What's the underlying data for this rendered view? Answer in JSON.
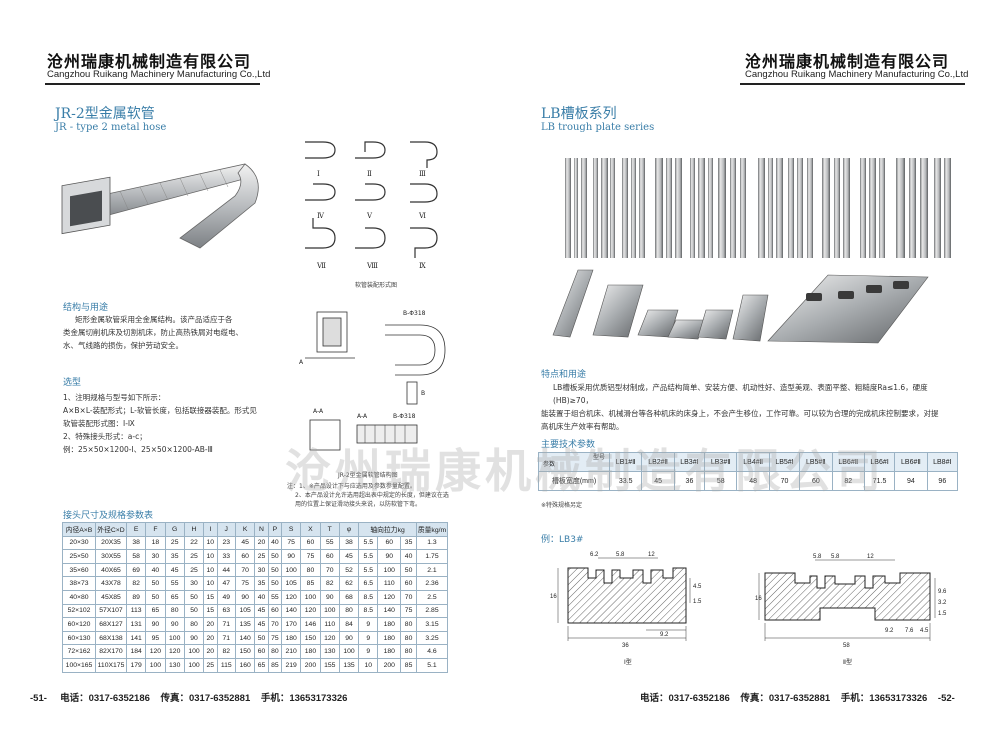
{
  "header": {
    "company_cn": "沧州瑞康机械制造有限公司",
    "company_en": "Cangzhou Ruikang Machinery Manufacturing Co.,Ltd"
  },
  "left": {
    "title_cn": "JR-2型金属软管",
    "title_en": "JR - type 2 metal hose",
    "hose_shapes": [
      "Ⅰ",
      "Ⅱ",
      "Ⅲ",
      "Ⅳ",
      "Ⅴ",
      "Ⅵ",
      "Ⅶ",
      "Ⅷ",
      "Ⅸ"
    ],
    "hose_caption": "软管装配形式图",
    "structure_title": "结构与用途",
    "structure_lines": [
      "矩形金属软管采用全金属结构。该产品适应于各",
      "类金属切削机床及切割机床，防止高热铁屑对电缆电、",
      "水、气线路的损伤，保护劳动安全。"
    ],
    "select_title": "选型",
    "select_lines": [
      "1、注明规格与型号如下所示：",
      "A×B×L-装配形式；L-软管长度，包括联接器装配。形式见",
      "软管装配形式图：Ⅰ-Ⅸ",
      "2、特殊接头形式：a-c；",
      "例：25×50×1200-Ⅰ、25×50×1200-AB-Ⅲ"
    ],
    "drawing_caption": "JR-2型金属软管结构图",
    "drawing_labels": [
      "B-Φ318",
      "A-A",
      "A",
      "B",
      "A-A",
      "B-Φ318"
    ],
    "notes": [
      "注：1、※产品设计下与应选用及参数参量配置。",
      "2、本产品设计允许选用超出表中规定的长度，但建议在选",
      "用的位置上保证滑动接头来说，以防软管下弯。"
    ],
    "table_title": "接头尺寸及规格参数表",
    "table_headers": [
      "内径A×B",
      "外径C×D",
      "E",
      "F",
      "G",
      "H",
      "I",
      "J",
      "K",
      "N",
      "P",
      "S",
      "X",
      "T",
      "φ",
      "轴向拉力kg",
      "质量kg/m"
    ],
    "table_rows": [
      [
        "20×30",
        "20X35",
        "38",
        "18",
        "25",
        "22",
        "10",
        "23",
        "45",
        "20",
        "40",
        "75",
        "60",
        "55",
        "38",
        "5.5",
        "60",
        "35",
        "1.3"
      ],
      [
        "25×50",
        "30X55",
        "58",
        "30",
        "35",
        "25",
        "10",
        "33",
        "60",
        "25",
        "50",
        "90",
        "75",
        "60",
        "45",
        "5.5",
        "90",
        "40",
        "1.75"
      ],
      [
        "35×60",
        "40X65",
        "69",
        "40",
        "45",
        "25",
        "10",
        "44",
        "70",
        "30",
        "50",
        "100",
        "80",
        "70",
        "52",
        "5.5",
        "100",
        "50",
        "2.1"
      ],
      [
        "38×73",
        "43X78",
        "82",
        "50",
        "55",
        "30",
        "10",
        "47",
        "75",
        "35",
        "50",
        "105",
        "85",
        "82",
        "62",
        "6.5",
        "110",
        "60",
        "2.36"
      ],
      [
        "40×80",
        "45X85",
        "89",
        "50",
        "65",
        "50",
        "15",
        "49",
        "90",
        "40",
        "55",
        "120",
        "100",
        "90",
        "68",
        "8.5",
        "120",
        "70",
        "2.5"
      ],
      [
        "52×102",
        "57X107",
        "113",
        "65",
        "80",
        "50",
        "15",
        "63",
        "105",
        "45",
        "60",
        "140",
        "120",
        "100",
        "80",
        "8.5",
        "140",
        "75",
        "2.85"
      ],
      [
        "60×120",
        "68X127",
        "131",
        "90",
        "90",
        "80",
        "20",
        "71",
        "135",
        "45",
        "70",
        "170",
        "146",
        "110",
        "84",
        "9",
        "180",
        "80",
        "3.15"
      ],
      [
        "60×130",
        "68X138",
        "141",
        "95",
        "100",
        "90",
        "20",
        "71",
        "140",
        "50",
        "75",
        "180",
        "150",
        "120",
        "90",
        "9",
        "180",
        "80",
        "3.25"
      ],
      [
        "72×162",
        "82X170",
        "184",
        "120",
        "120",
        "100",
        "20",
        "82",
        "150",
        "60",
        "80",
        "210",
        "180",
        "130",
        "100",
        "9",
        "180",
        "80",
        "4.6"
      ],
      [
        "100×165",
        "110X175",
        "179",
        "100",
        "130",
        "100",
        "25",
        "115",
        "160",
        "65",
        "85",
        "219",
        "200",
        "155",
        "135",
        "10",
        "200",
        "85",
        "5.1"
      ]
    ],
    "page_no": "-51-",
    "phone": "电话：0317-6352186",
    "fax": "传真：0317-6352881",
    "mobile": "手机：13653173326"
  },
  "right": {
    "title_cn": "LB槽板系列",
    "title_en": "LB trough plate series",
    "features_title": "特点和用途",
    "features_lines": [
      "LB槽板采用优质铝型材制成，产品结构简单、安装方便、机动性好、造型美观、表面平整、粗糙度Ra≤1.6，硬度(HB)≥70，",
      "能装置于组合机床、机械滑台等各种机床的床身上，不会产生移位，工作可靠。可以较为合理的完成机床控制要求，对提",
      "高机床生产效率有帮助。"
    ],
    "params_title": "主要技术参数",
    "lb_headers": [
      "LB1#Ⅱ",
      "LB2#Ⅱ",
      "LB3#Ⅰ",
      "LB3#Ⅱ",
      "LB4#Ⅱ",
      "LB5#Ⅰ",
      "LB5#Ⅱ",
      "LB6#Ⅱ",
      "LB6#Ⅰ",
      "LB6#Ⅱ",
      "LB8#Ⅰ"
    ],
    "lb_row_label_top": "型号",
    "lb_row_label_side": "参数",
    "lb_row_label": "槽板宽度(mm)",
    "lb_values": [
      "33.5",
      "45",
      "36",
      "58",
      "48",
      "70",
      "60",
      "82",
      "71.5",
      "94",
      "96"
    ],
    "special_note": "※特殊规格另定",
    "example_title": "例：LB3#",
    "dims_type1": [
      "36",
      "9.2",
      "16",
      "6.2",
      "5.8",
      "12",
      "4.5",
      "1.5"
    ],
    "dims_type2": [
      "58",
      "9.2",
      "16",
      "5.8",
      "5.8",
      "12",
      "9.6",
      "3.2",
      "1.5",
      "7.6",
      "4.5"
    ],
    "type1_label": "Ⅰ型",
    "type2_label": "Ⅱ型",
    "page_no": "-52-",
    "phone": "电话：0317-6352186",
    "fax": "传真：0317-6352881",
    "mobile": "手机：13653173326"
  },
  "watermark": "沧州瑞康机械制造有限公司"
}
